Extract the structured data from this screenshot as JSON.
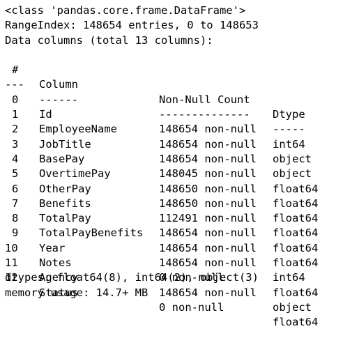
{
  "output": {
    "class_line": "<class 'pandas.core.frame.DataFrame'>",
    "range_index": "RangeIndex: 148654 entries, 0 to 148653",
    "data_columns": "Data columns (total 13 columns):",
    "header": {
      "idx": "#",
      "column": "Column",
      "non_null": "Non-Null Count",
      "dtype": "Dtype"
    },
    "separator": {
      "idx": "---",
      "column": "------",
      "non_null": "--------------",
      "dtype": "-----"
    },
    "rows": [
      {
        "idx": "0",
        "column": "Id",
        "non_null": "148654 non-null",
        "dtype": "int64"
      },
      {
        "idx": "1",
        "column": "EmployeeName",
        "non_null": "148654 non-null",
        "dtype": "object"
      },
      {
        "idx": "2",
        "column": "JobTitle",
        "non_null": "148654 non-null",
        "dtype": "object"
      },
      {
        "idx": "3",
        "column": "BasePay",
        "non_null": "148045 non-null",
        "dtype": "float64"
      },
      {
        "idx": "4",
        "column": "OvertimePay",
        "non_null": "148650 non-null",
        "dtype": "float64"
      },
      {
        "idx": "5",
        "column": "OtherPay",
        "non_null": "148650 non-null",
        "dtype": "float64"
      },
      {
        "idx": "6",
        "column": "Benefits",
        "non_null": "112491 non-null",
        "dtype": "float64"
      },
      {
        "idx": "7",
        "column": "TotalPay",
        "non_null": "148654 non-null",
        "dtype": "float64"
      },
      {
        "idx": "8",
        "column": "TotalPayBenefits",
        "non_null": "148654 non-null",
        "dtype": "float64"
      },
      {
        "idx": "9",
        "column": "Year",
        "non_null": "148654 non-null",
        "dtype": "int64"
      },
      {
        "idx": "10",
        "column": "Notes",
        "non_null": "0 non-null",
        "dtype": "float64"
      },
      {
        "idx": "11",
        "column": "Agency",
        "non_null": "148654 non-null",
        "dtype": "object"
      },
      {
        "idx": "12",
        "column": "Status",
        "non_null": "0 non-null",
        "dtype": "float64"
      }
    ],
    "dtypes": "dtypes: float64(8), int64(2), object(3)",
    "memory": "memory usage: 14.7+ MB"
  }
}
